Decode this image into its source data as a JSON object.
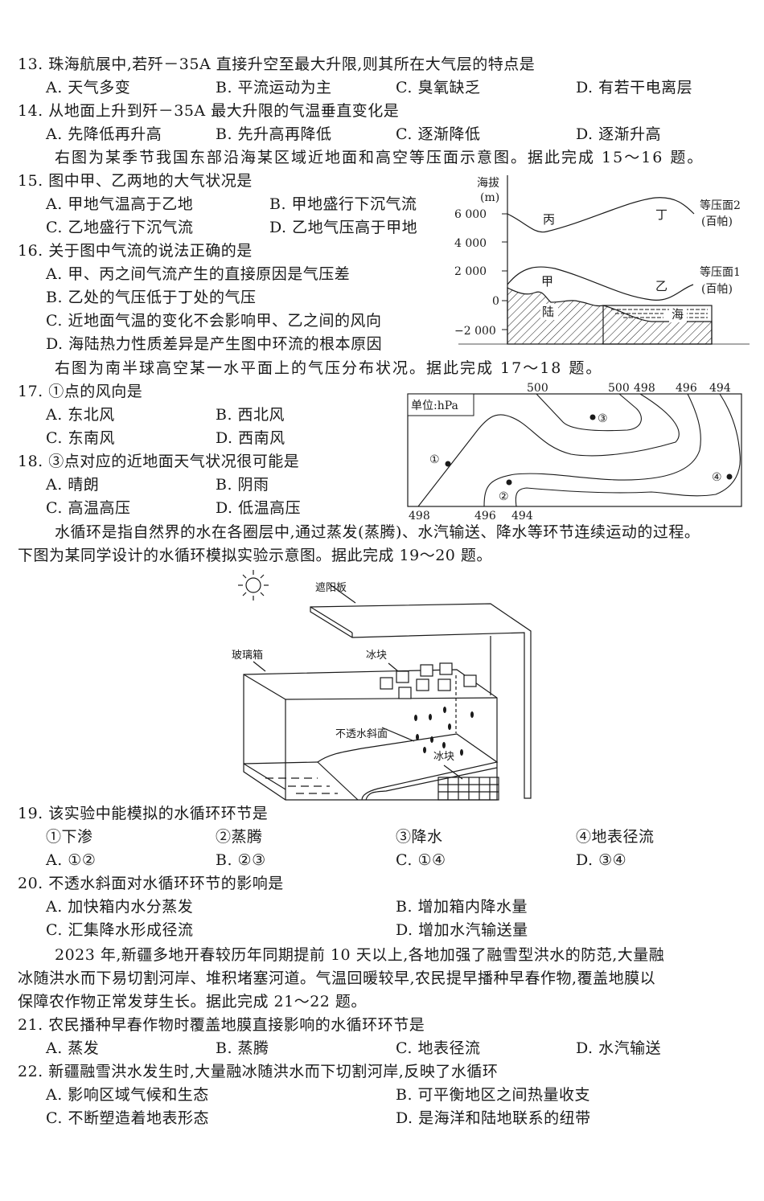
{
  "questions": {
    "q13": {
      "stem": "13. 珠海航展中,若歼－35A 直接升空至最大升限,则其所在大气层的特点是",
      "options": [
        "A. 天气多变",
        "B. 平流运动为主",
        "C. 臭氧缺乏",
        "D. 有若干电离层"
      ]
    },
    "q14": {
      "stem": "14. 从地面上升到歼－35A 最大升限的气温垂直变化是",
      "options": [
        "A. 先降低再升高",
        "B. 先升高再降低",
        "C. 逐渐降低",
        "D. 逐渐升高"
      ]
    },
    "intro_15_16": "右图为某季节我国东部沿海某区域近地面和高空等压面示意图。据此完成 15～16 题。",
    "q15": {
      "stem": "15. 图中甲、乙两地的大气状况是",
      "options": [
        "A. 甲地气温高于乙地",
        "B. 甲地盛行下沉气流",
        "C. 乙地盛行下沉气流",
        "D. 乙地气压高于甲地"
      ]
    },
    "q16": {
      "stem": "16. 关于图中气流的说法正确的是",
      "options": [
        "A. 甲、丙之间气流产生的直接原因是气压差",
        "B. 乙处的气压低于丁处的气压",
        "C. 近地面气温的变化不会影响甲、乙之间的风向",
        "D. 海陆热力性质差异是产生图中环流的根本原因"
      ]
    },
    "intro_17_18": "右图为南半球高空某一水平面上的气压分布状况。据此完成 17～18 题。",
    "q17": {
      "stem": "17. ①点的风向是",
      "options": [
        "A. 东北风",
        "B. 西北风",
        "C. 东南风",
        "D. 西南风"
      ]
    },
    "q18": {
      "stem": "18. ③点对应的近地面天气状况很可能是",
      "options": [
        "A. 晴朗",
        "B. 阴雨",
        "C. 高温高压",
        "D. 低温高压"
      ]
    },
    "intro_19_20": {
      "line1": "水循环是指自然界的水在各圈层中,通过蒸发(蒸腾)、水汽输送、降水等环节连续运动的过程。",
      "line2": "下图为某同学设计的水循环模拟实验示意图。据此完成 19～20 题。"
    },
    "q19": {
      "stem": "19. 该实验中能模拟的水循环环节是",
      "items": [
        "①下渗",
        "②蒸腾",
        "③降水",
        "④地表径流"
      ],
      "options": [
        "A. ①②",
        "B. ②③",
        "C. ①④",
        "D. ③④"
      ]
    },
    "q20": {
      "stem": "20. 不透水斜面对水循环环节的影响是",
      "options": [
        "A. 加快箱内水分蒸发",
        "B. 增加箱内降水量",
        "C. 汇集降水形成径流",
        "D. 增加水汽输送量"
      ]
    },
    "intro_21_22": {
      "line1": "2023 年,新疆多地开春较历年同期提前 10 天以上,各地加强了融雪型洪水的防范,大量融",
      "line2": "冰随洪水而下易切割河岸、堆积堵塞河道。气温回暖较早,农民提早播种早春作物,覆盖地膜以",
      "line3": "保障农作物正常发芽生长。据此完成 21～22 题。"
    },
    "q21": {
      "stem": "21. 农民播种早春作物时覆盖地膜直接影响的水循环环节是",
      "options": [
        "A. 蒸发",
        "B. 蒸腾",
        "C. 地表径流",
        "D. 水汽输送"
      ]
    },
    "q22": {
      "stem": "22. 新疆融雪洪水发生时,大量融冰随洪水而下切割河岸,反映了水循环",
      "options": [
        "A. 影响区域气候和生态",
        "B. 可平衡地区之间热量收支",
        "C. 不断塑造着地表形态",
        "D. 是海洋和陆地联系的纽带"
      ]
    }
  },
  "figure_isobar": {
    "ylabel_line1": "海拔",
    "ylabel_line2": "(m)",
    "yticks": [
      "6 000",
      "4 000",
      "2 000",
      "0",
      "−2 000"
    ],
    "surface2_line1": "等压面2",
    "surface2_line2": "(百帕)",
    "surface1_line1": "等压面1",
    "surface1_line2": "(百帕)",
    "label_bing": "丙",
    "label_ding": "丁",
    "label_jia": "甲",
    "label_yi": "乙",
    "label_land": "陆",
    "label_sea": "海"
  },
  "figure_pressure_map": {
    "unit": "单位:hPa",
    "top_labels": [
      "500",
      "500",
      "498",
      "496",
      "494"
    ],
    "bottom_labels": [
      "498",
      "496",
      "494"
    ],
    "points": [
      "①",
      "②",
      "③",
      "④"
    ]
  },
  "figure_water_cycle": {
    "label_shade": "遮阳板",
    "label_glass_box": "玻璃箱",
    "label_ice_top": "冰块",
    "label_slope": "不透水斜面",
    "label_ice_bottom": "冰块"
  }
}
